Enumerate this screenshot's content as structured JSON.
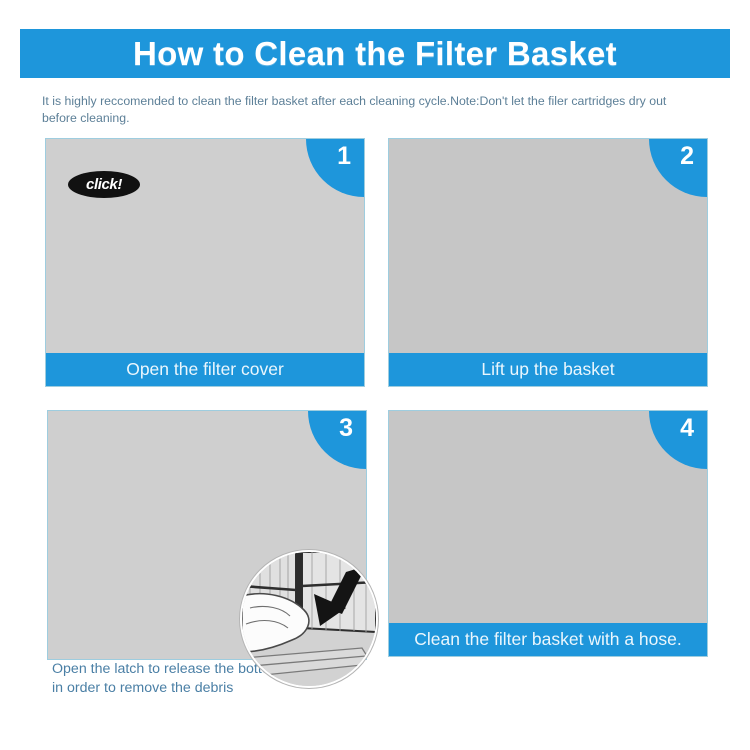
{
  "header": {
    "title": "How to Clean the Filter Basket",
    "banner_color": "#1e96db"
  },
  "intro": {
    "text": "It is highly reccomended to clean the filter basket after each cleaning cycle.Note:Don't let the filer cartridges dry out before cleaning."
  },
  "steps": [
    {
      "number": "1",
      "caption": "Open the filter cover",
      "caption_style": "bar",
      "annotation": "click!",
      "illustration": "hand-pressing-latch-on-robot-cover"
    },
    {
      "number": "2",
      "caption": "Lift up the basket",
      "caption_style": "bar",
      "annotation": "",
      "illustration": "hand-lifting-filter-basket-with-up-arrow"
    },
    {
      "number": "3",
      "caption": "Open the  latch to release the bottom lid in order to remove the debris",
      "caption_style": "below",
      "annotation": "",
      "illustration": "filter-basket-latch-release-with-detail-inset"
    },
    {
      "number": "4",
      "caption": "Clean the filter basket with a hose.",
      "caption_style": "bar",
      "annotation": "",
      "illustration": "spraying-basket-with-garden-hose"
    }
  ],
  "colors": {
    "accent_blue": "#1e96db",
    "panel_border": "#9ecddf",
    "panel_background": "#d0d0d0",
    "body_text": "#5c7f97",
    "caption_text": "#4a7fa5"
  }
}
